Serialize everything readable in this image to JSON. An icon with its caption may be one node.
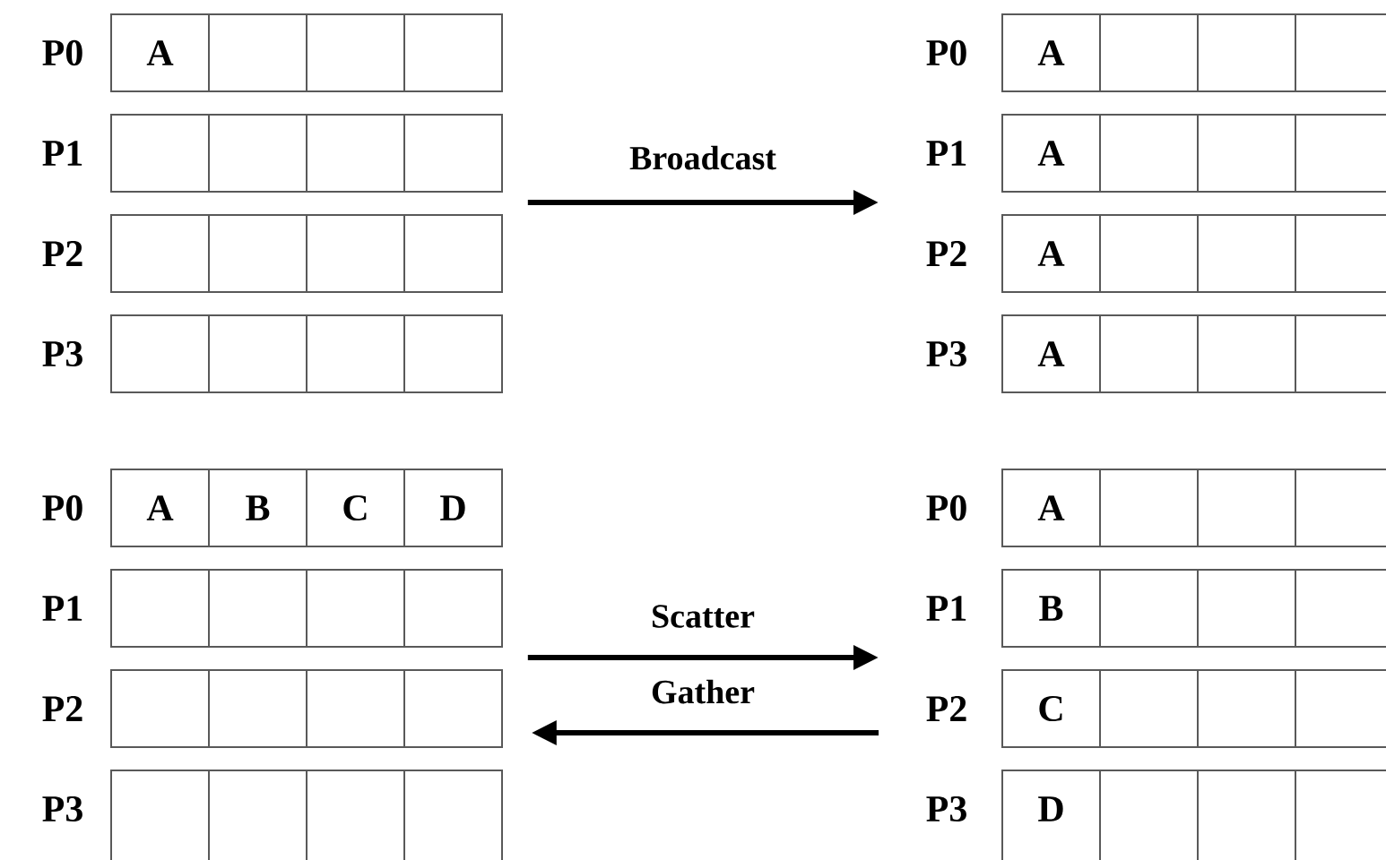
{
  "diagram": {
    "nodes": [
      {
        "text": [
          "P0",
          "A"
        ]
      },
      {
        "text": [
          "P1"
        ]
      },
      {
        "text": [
          "P2"
        ]
      },
      {
        "text": [
          "P3"
        ]
      },
      {
        "text": [
          "P0",
          "A"
        ]
      },
      {
        "text": [
          "P1",
          "A"
        ]
      },
      {
        "text": [
          "P2",
          "A"
        ]
      },
      {
        "text": [
          "P3",
          "A"
        ]
      },
      {
        "text": [
          "P0",
          "A",
          "B",
          "C",
          "D"
        ]
      },
      {
        "text": [
          "P1"
        ]
      },
      {
        "text": [
          "P2"
        ]
      },
      {
        "text": [
          "P3"
        ]
      },
      {
        "text": [
          "P0",
          "A"
        ]
      },
      {
        "text": [
          "P1",
          "B"
        ]
      },
      {
        "text": [
          "P2",
          "C"
        ]
      },
      {
        "text": [
          "P3",
          "D"
        ]
      }
    ],
    "edges": [
      {
        "from": 1,
        "to": 5,
        "arrow": "to",
        "label": "Broadcast"
      },
      {
        "from": 9,
        "to": 13,
        "arrow": "to",
        "label": "Scatter"
      },
      {
        "from": 14,
        "to": 10,
        "arrow": "to",
        "label": "Gather"
      }
    ]
  }
}
